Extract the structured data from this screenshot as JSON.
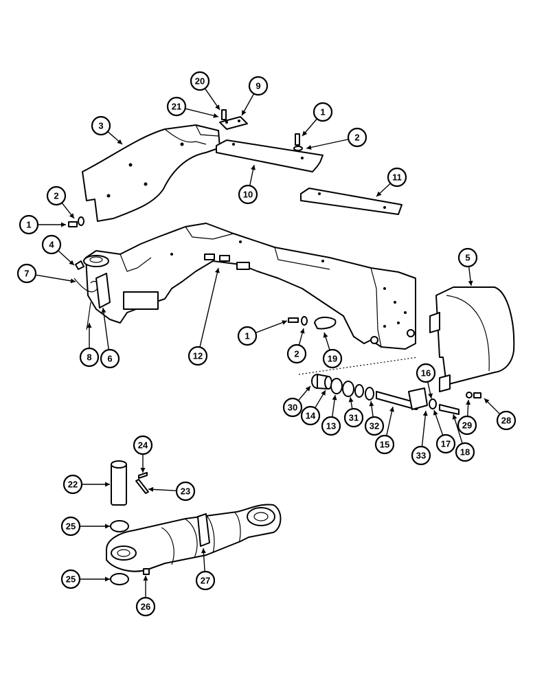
{
  "callouts": [
    {
      "label": "1"
    },
    {
      "label": "2"
    },
    {
      "label": "3"
    },
    {
      "label": "20"
    },
    {
      "label": "9"
    },
    {
      "label": "21"
    },
    {
      "label": "1"
    },
    {
      "label": "2"
    },
    {
      "label": "10"
    },
    {
      "label": "11"
    },
    {
      "label": "4"
    },
    {
      "label": "7"
    },
    {
      "label": "5"
    },
    {
      "label": "1"
    },
    {
      "label": "2"
    },
    {
      "label": "19"
    },
    {
      "label": "12"
    },
    {
      "label": "8"
    },
    {
      "label": "6"
    },
    {
      "label": "16"
    },
    {
      "label": "30"
    },
    {
      "label": "14"
    },
    {
      "label": "13"
    },
    {
      "label": "31"
    },
    {
      "label": "32"
    },
    {
      "label": "15"
    },
    {
      "label": "33"
    },
    {
      "label": "17"
    },
    {
      "label": "18"
    },
    {
      "label": "29"
    },
    {
      "label": "28"
    },
    {
      "label": "24"
    },
    {
      "label": "22"
    },
    {
      "label": "23"
    },
    {
      "label": "25"
    },
    {
      "label": "25"
    },
    {
      "label": "26"
    },
    {
      "label": "27"
    }
  ]
}
